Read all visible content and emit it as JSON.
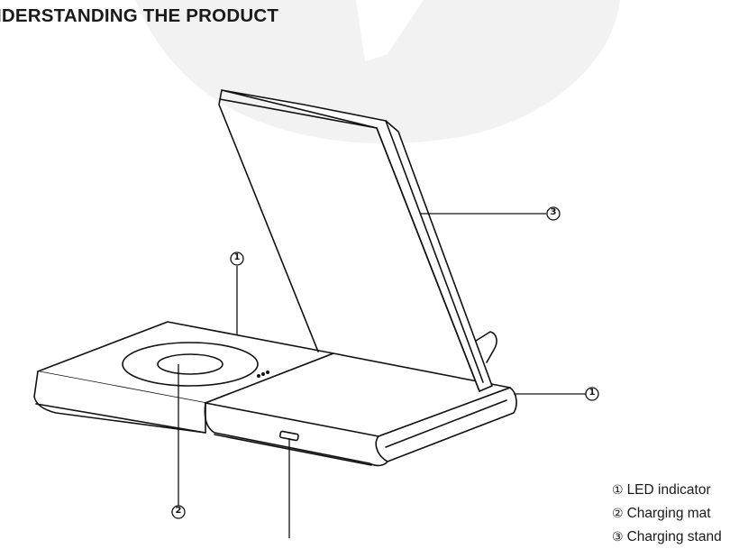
{
  "heading": "IDERSTANDING THE PRODUCT",
  "callouts": [
    "①",
    "②",
    "③",
    "①"
  ],
  "legend": [
    {
      "num": "①",
      "label": "LED indicator"
    },
    {
      "num": "②",
      "label": "Charging mat"
    },
    {
      "num": "③",
      "label": "Charging stand"
    }
  ],
  "colors": {
    "watermark": "#f2f2f2",
    "line": "#111111"
  }
}
